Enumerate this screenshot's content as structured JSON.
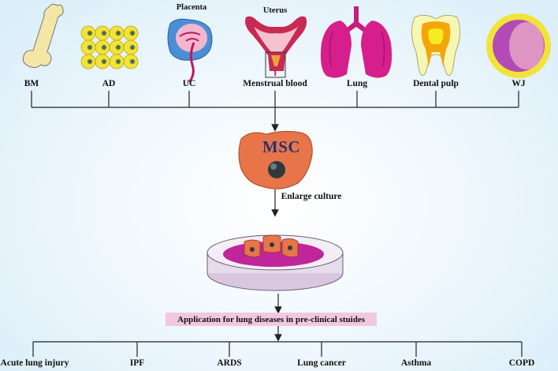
{
  "sources": [
    {
      "key": "bm",
      "label": "BM"
    },
    {
      "key": "ad",
      "label": "AD"
    },
    {
      "key": "uc",
      "label": "UC",
      "icon_label": "Placenta"
    },
    {
      "key": "mb",
      "label": "Menstrual blood",
      "icon_label": "Uterus"
    },
    {
      "key": "lung",
      "label": "Lung"
    },
    {
      "key": "dental",
      "label": "Dental pulp"
    },
    {
      "key": "wj",
      "label": "WJ"
    }
  ],
  "center": {
    "cell_label": "MSC",
    "step_label": "Enlarge culture",
    "application_label": "Application for lung diseases in pre-clinical stuides"
  },
  "diseases": [
    "Acute lung injury",
    "IPF",
    "ARDS",
    "Lung cancer",
    "Asthma",
    "COPD"
  ],
  "colors": {
    "msc_fill": "#e8744a",
    "msc_text": "#27336b",
    "dish_fill": "#c0259a",
    "app_box": "#f1c8df",
    "lung": "#d61f8c",
    "bone": "#f4e6a6",
    "fat_cell": "#f2e338",
    "uterus": "#c72a52"
  },
  "icons": [
    "bone-icon",
    "adipose-cells-icon",
    "placenta-icon",
    "uterus-icon",
    "lungs-icon",
    "tooth-icon",
    "wharton-jelly-icon",
    "msc-cell-icon",
    "petri-dish-icon"
  ]
}
